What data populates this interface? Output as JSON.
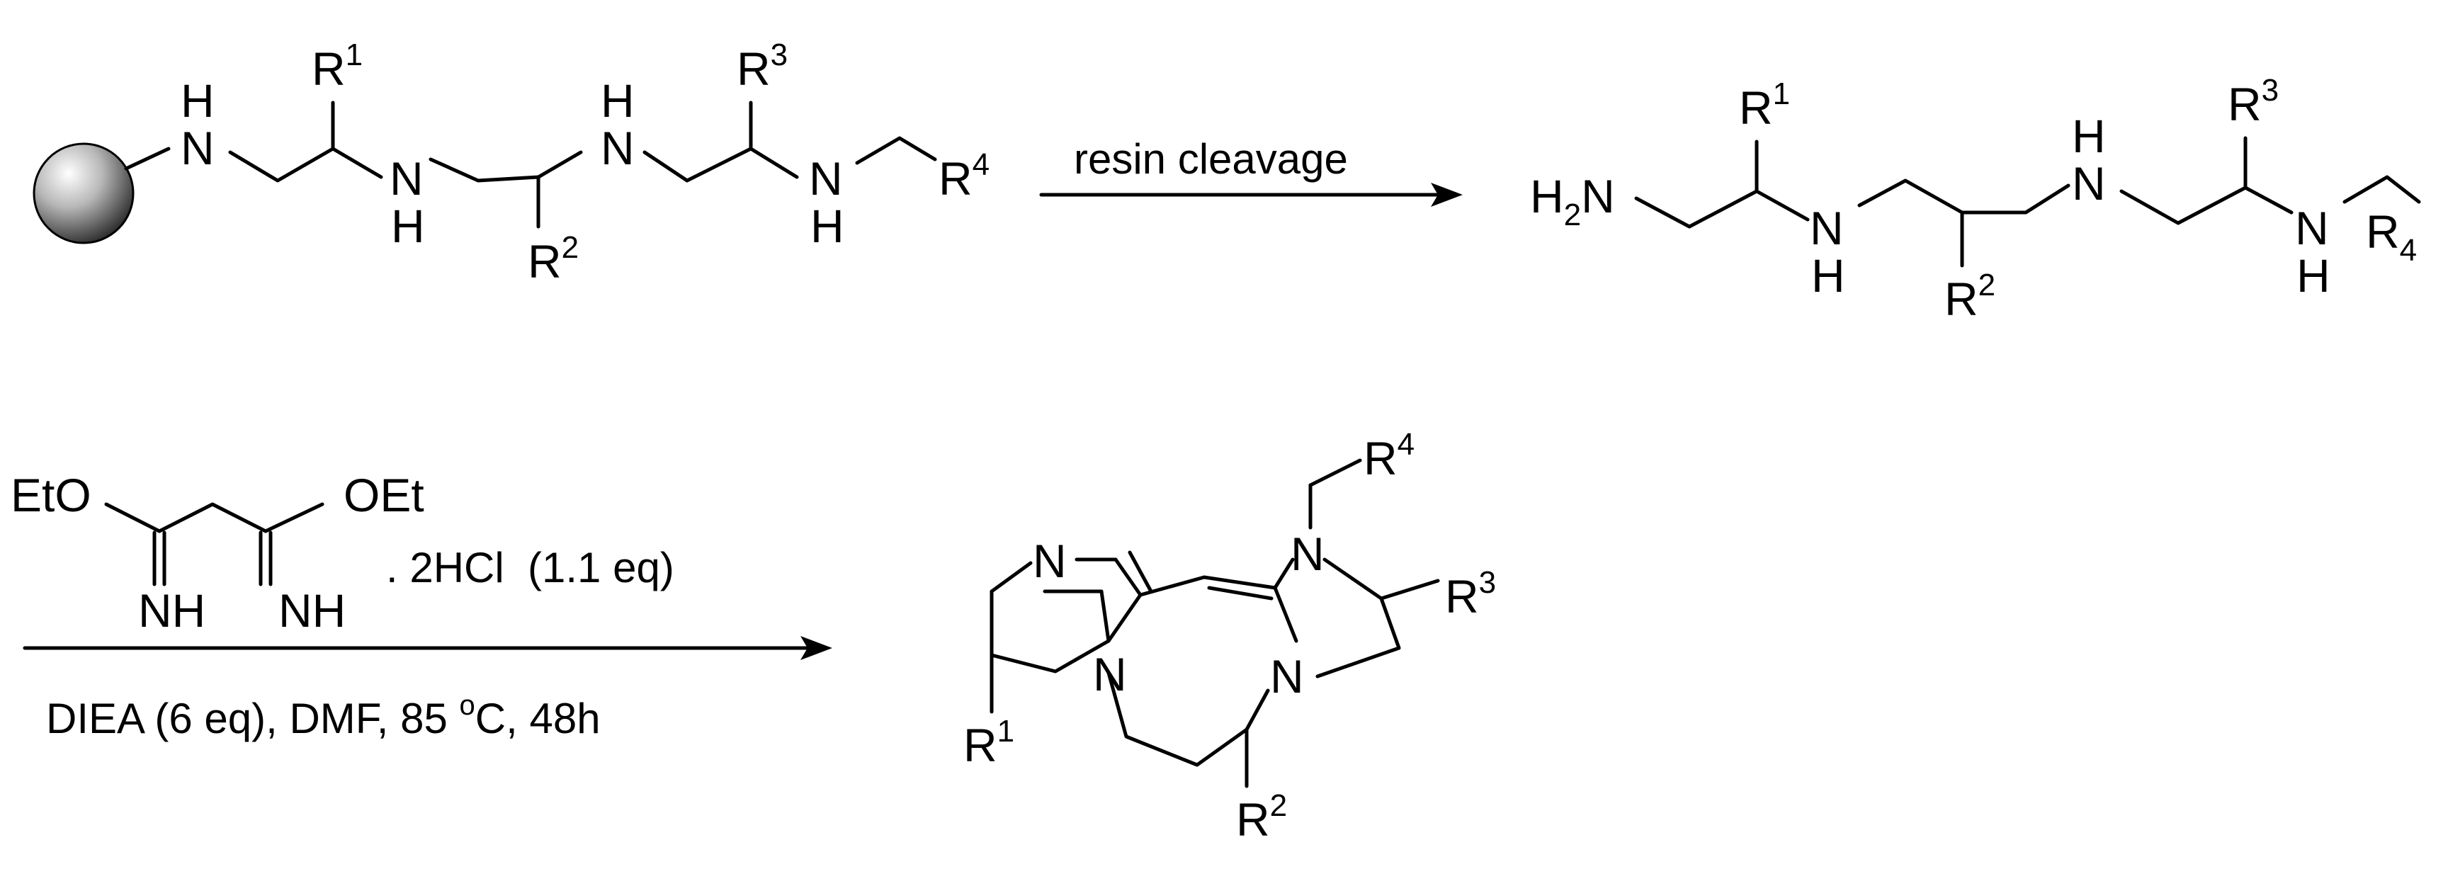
{
  "scheme": {
    "step1": {
      "reagent_label": "resin cleavage",
      "substituent_R4": "R4"
    },
    "product1": {
      "amine_terminus": "H2N",
      "substituent_R4": "R4"
    },
    "step2": {
      "reagent_left_group": "EtO",
      "reagent_right_group": "OEt",
      "reagent_imine_left": "NH",
      "reagent_imine_right": "NH",
      "reagent_salt": ". 2HCl  (1.1 eq)",
      "conditions": "DIEA (6 eq), DMF, 85 oC, 48h"
    },
    "colors": {
      "ink": "#000000",
      "background": "#ffffff"
    }
  }
}
